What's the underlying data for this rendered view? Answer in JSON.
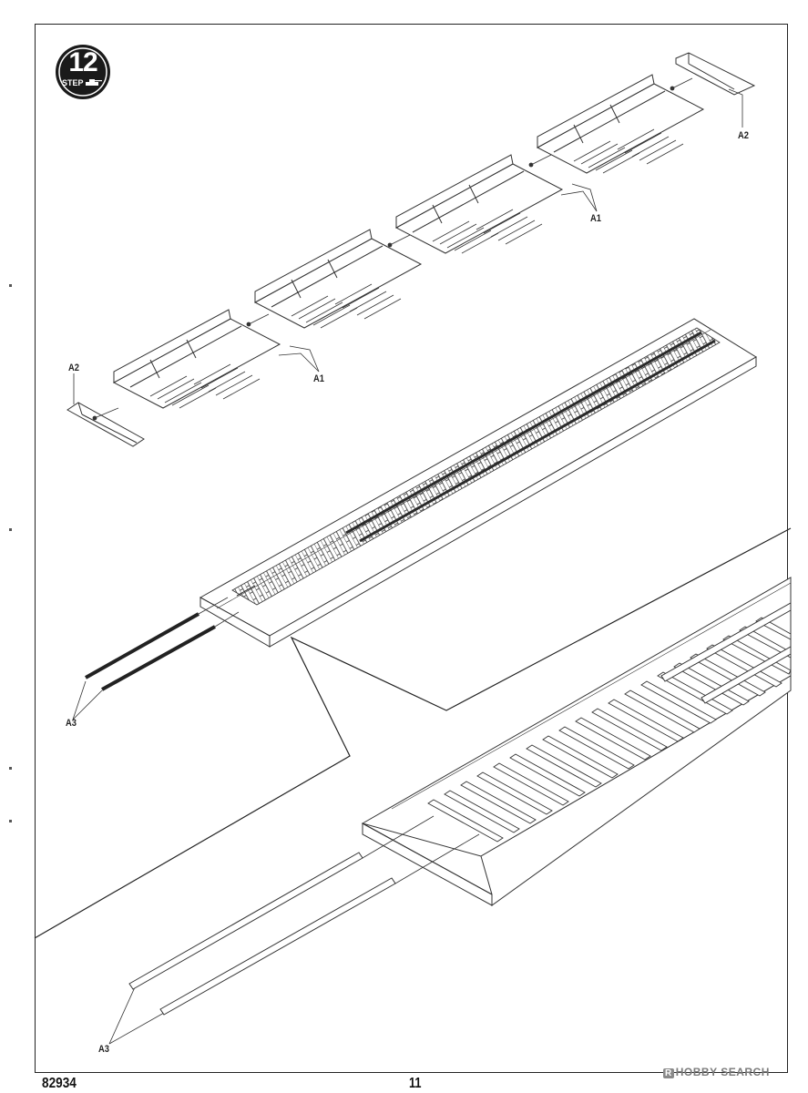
{
  "step": {
    "number": "12",
    "word": "STEP",
    "icon": "tank-icon"
  },
  "labels": {
    "a2_top": "A2",
    "a1_upper": "A1",
    "a1_lower": "A1",
    "a2_left": "A2",
    "a3_small": "A3",
    "a3_large": "A3"
  },
  "footer": {
    "code": "82934",
    "page": "11"
  },
  "watermark": {
    "brand": "HOBBY SEARCH",
    "symbol": "R"
  },
  "colors": {
    "ink": "#222222",
    "badge": "#1a1a1a",
    "rail_dark": "#3a3a3a"
  }
}
